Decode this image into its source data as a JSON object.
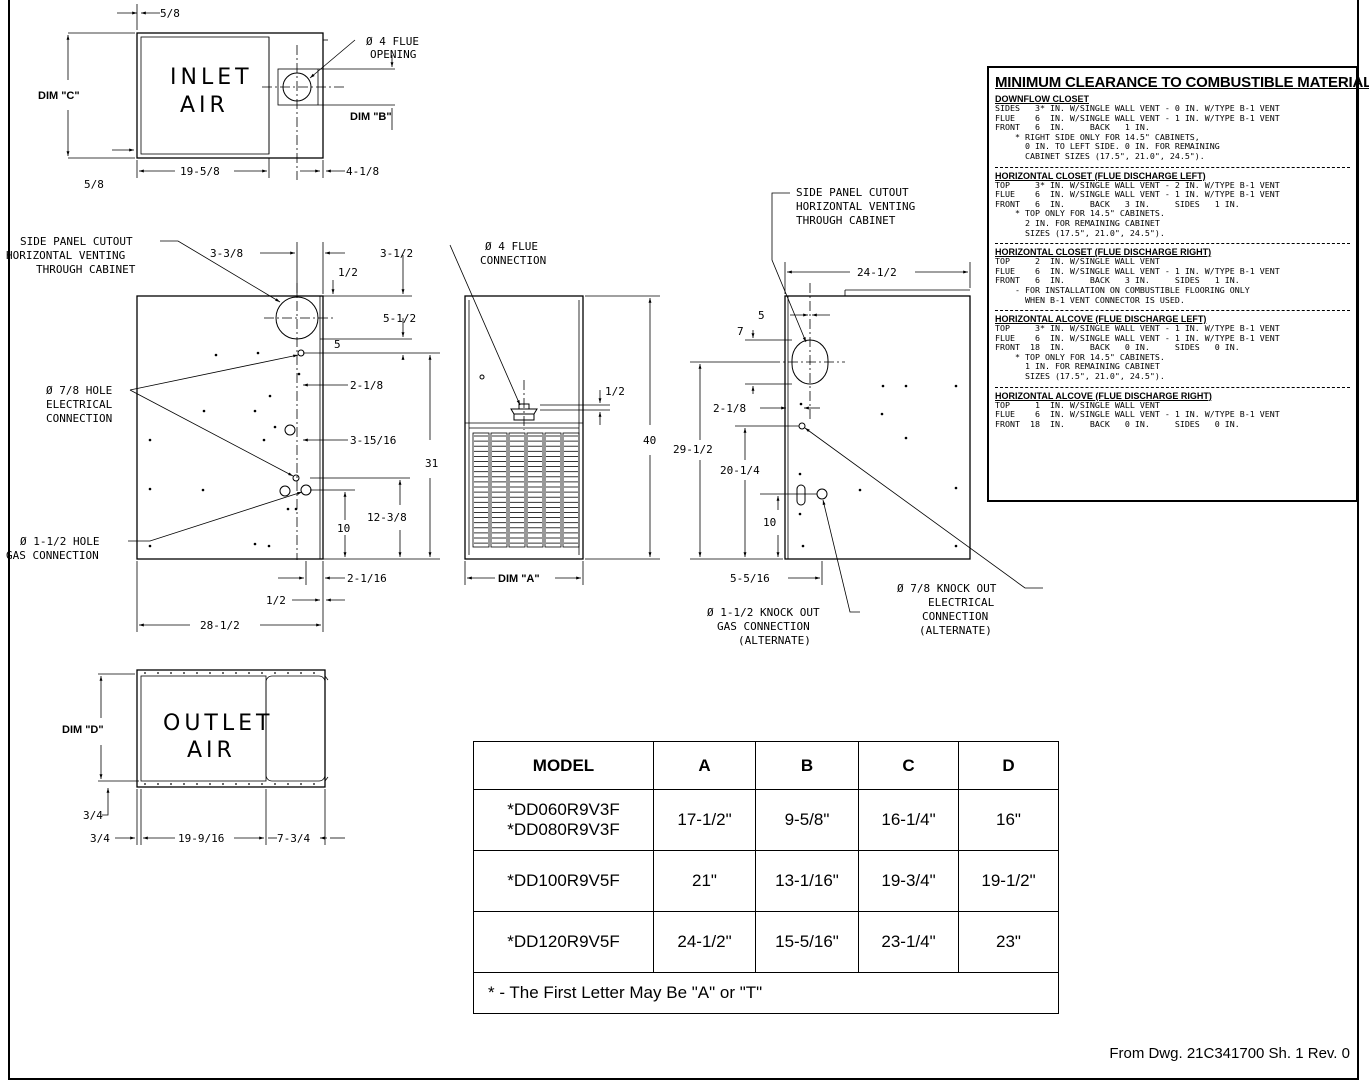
{
  "top_view": {
    "label_line1": "INLET",
    "label_line2": "AIR",
    "dim_top": "5/8",
    "dim_bottom_left": "5/8",
    "dim_width": "19-5/8",
    "dim_right": "4-1/8",
    "dim_c": "DIM \"C\"",
    "dim_b": "DIM \"B\"",
    "flue_line1": "Ø 4 FLUE",
    "flue_line2": "OPENING"
  },
  "side_left": {
    "cutout_line1": "SIDE PANEL CUTOUT",
    "cutout_line2": "HORIZONTAL VENTING",
    "cutout_line3": "THROUGH CABINET",
    "dim_3_3_8": "3-3/8",
    "dim_3_1_2": "3-1/2",
    "dim_1_2_a": "1/2",
    "dim_5_1_2": "5-1/2",
    "dim_5": "5",
    "dim_2_1_8": "2-1/8",
    "dim_3_15_16": "3-15/16",
    "dim_31": "31",
    "dim_12_3_8": "12-3/8",
    "dim_10": "10",
    "dim_2_1_16": "2-1/16",
    "dim_1_2_b": "1/2",
    "dim_28_1_2": "28-1/2",
    "elec_line1": "Ø 7/8 HOLE",
    "elec_line2": "ELECTRICAL",
    "elec_line3": "CONNECTION",
    "gas_line1": "Ø 1-1/2 HOLE",
    "gas_line2": "GAS CONNECTION"
  },
  "front": {
    "flue_line1": "Ø 4 FLUE",
    "flue_line2": "CONNECTION",
    "dim_1_2": "1/2",
    "dim_40": "40",
    "dim_a": "DIM \"A\""
  },
  "side_right": {
    "cutout_line1": "SIDE PANEL CUTOUT",
    "cutout_line2": "HORIZONTAL VENTING",
    "cutout_line3": "THROUGH CABINET",
    "dim_24_1_2": "24-1/2",
    "dim_5": "5",
    "dim_7": "7",
    "dim_2_1_8": "2-1/8",
    "dim_29_1_2": "29-1/2",
    "dim_20_1_4": "20-1/4",
    "dim_10": "10",
    "dim_5_5_16": "5-5/16",
    "gas_line1": "Ø 1-1/2 KNOCK OUT",
    "gas_line2": "GAS CONNECTION",
    "gas_line3": "(ALTERNATE)",
    "elec_line1": "Ø 7/8 KNOCK OUT",
    "elec_line2": "ELECTRICAL",
    "elec_line3": "CONNECTION",
    "elec_line4": "(ALTERNATE)"
  },
  "bottom_view": {
    "label_line1": "OUTLET",
    "label_line2": "AIR",
    "dim_d": "DIM \"D\"",
    "dim_3_4_a": "3/4",
    "dim_3_4_b": "3/4",
    "dim_width": "19-9/16",
    "dim_right": "7-3/4"
  },
  "clearance": {
    "title": "MINIMUM CLEARANCE TO COMBUSTIBLE MATERIALS",
    "sections": [
      {
        "heading": "DOWNFLOW CLOSET",
        "lines": [
          "SIDES   3* IN. W/SINGLE WALL VENT - 0 IN. W/TYPE B-1 VENT",
          "FLUE    6  IN. W/SINGLE WALL VENT - 1 IN. W/TYPE B-1 VENT",
          "FRONT   6  IN.     BACK   1 IN.",
          "    * RIGHT SIDE ONLY FOR 14.5\" CABINETS,",
          "      0 IN. TO LEFT SIDE. 0 IN. FOR REMAINING",
          "      CABINET SIZES (17.5\", 21.0\", 24.5\")."
        ]
      },
      {
        "heading": "HORIZONTAL CLOSET (FLUE DISCHARGE LEFT)",
        "lines": [
          "TOP     3* IN. W/SINGLE WALL VENT - 2 IN. W/TYPE B-1 VENT",
          "FLUE    6  IN. W/SINGLE WALL VENT - 1 IN. W/TYPE B-1 VENT",
          "FRONT   6  IN.     BACK   3 IN.     SIDES   1 IN.",
          "    * TOP ONLY FOR 14.5\" CABINETS.",
          "      2 IN. FOR REMAINING CABINET",
          "      SIZES (17.5\", 21.0\", 24.5\")."
        ]
      },
      {
        "heading": "HORIZONTAL CLOSET (FLUE DISCHARGE RIGHT)",
        "lines": [
          "TOP     2  IN. W/SINGLE WALL VENT",
          "FLUE    6  IN. W/SINGLE WALL VENT - 1 IN. W/TYPE B-1 VENT",
          "FRONT   6  IN.     BACK   3 IN.     SIDES   1 IN.",
          "    - FOR INSTALLATION ON COMBUSTIBLE FLOORING ONLY",
          "      WHEN B-1 VENT CONNECTOR IS USED."
        ]
      },
      {
        "heading": "HORIZONTAL ALCOVE (FLUE DISCHARGE LEFT)",
        "lines": [
          "TOP     3* IN. W/SINGLE WALL VENT - 1 IN. W/TYPE B-1 VENT",
          "FLUE    6  IN. W/SINGLE WALL VENT - 1 IN. W/TYPE B-1 VENT",
          "FRONT  18  IN.     BACK   0 IN.     SIDES   0 IN.",
          "    * TOP ONLY FOR 14.5\" CABINETS.",
          "      1 IN. FOR REMAINING CABINET",
          "      SIZES (17.5\", 21.0\", 24.5\")."
        ]
      },
      {
        "heading": "HORIZONTAL ALCOVE (FLUE DISCHARGE RIGHT)",
        "lines": [
          "TOP     1  IN. W/SINGLE WALL VENT",
          "FLUE    6  IN. W/SINGLE WALL VENT - 1 IN. W/TYPE B-1 VENT",
          "FRONT  18  IN.     BACK   0 IN.     SIDES   0 IN."
        ]
      }
    ]
  },
  "model_table": {
    "headers": [
      "MODEL",
      "A",
      "B",
      "C",
      "D"
    ],
    "rows": [
      [
        "*DD060R9V3F\n*DD080R9V3F",
        "17-1/2\"",
        "9-5/8\"",
        "16-1/4\"",
        "16\""
      ],
      [
        "*DD100R9V5F",
        "21\"",
        "13-1/16\"",
        "19-3/4\"",
        "19-1/2\""
      ],
      [
        "*DD120R9V5F",
        "24-1/2\"",
        "15-5/16\"",
        "23-1/4\"",
        "23\""
      ]
    ],
    "row0_model_line1": "*DD060R9V3F",
    "row0_model_line2": "*DD080R9V3F",
    "note": "* - The First Letter May Be \"A\" or \"T\""
  },
  "source_note": "From Dwg. 21C341700 Sh. 1 Rev. 0"
}
